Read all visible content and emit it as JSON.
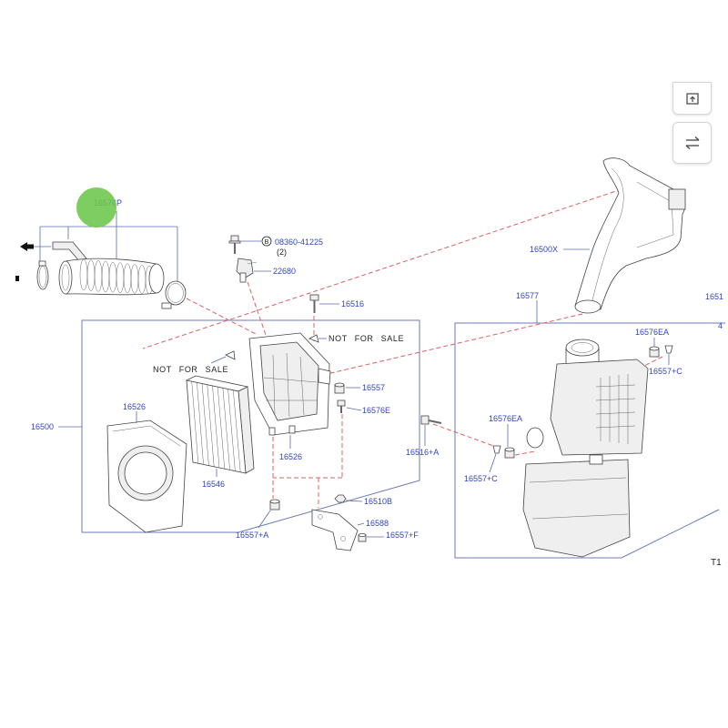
{
  "toolbar": {
    "buttons": [
      {
        "icon": "upload-tray-icon"
      },
      {
        "icon": "swap-arrows-icon"
      }
    ]
  },
  "colors": {
    "label": "#3344c0",
    "leader": "#5b6ab0",
    "box": "#6b7ab8",
    "dashed": "#e06060",
    "highlight": "#6cc64a"
  },
  "diagram": {
    "icons": {
      "front_arrow": "arrow-left-icon",
      "marker": "square-marker-icon"
    },
    "labels": {
      "hose": "16576P",
      "bolt_circle_mark": "B",
      "bolt_part_number": "08360-41225",
      "bolt_quantity": "(2)",
      "sensor": "22680",
      "bolt_upper": "16516",
      "not_for_sale_upper": "NOT FOR SALE",
      "not_for_sale_lower": "NOT FOR SALE",
      "grommet_upper": "16557",
      "bolt_grommet": "16576E",
      "housing_lower": "16526",
      "assembly_left": "16500",
      "housing_upper": "16526",
      "filter_element": "16546",
      "nut": "16510B",
      "bracket": "16588",
      "grommet_a": "16557+A",
      "grommet_f": "16557+F",
      "duct": "16500X",
      "assembly_right": "16577",
      "cut_label_right": "1651",
      "cut_label_edge": "4",
      "grommet_ea_right": "16576EA",
      "grommet_c_right": "16557+C",
      "grommet_ea_left": "16576EA",
      "bolt_a": "16516+A",
      "grommet_c_left": "16557+C",
      "page_code": "T1"
    }
  }
}
